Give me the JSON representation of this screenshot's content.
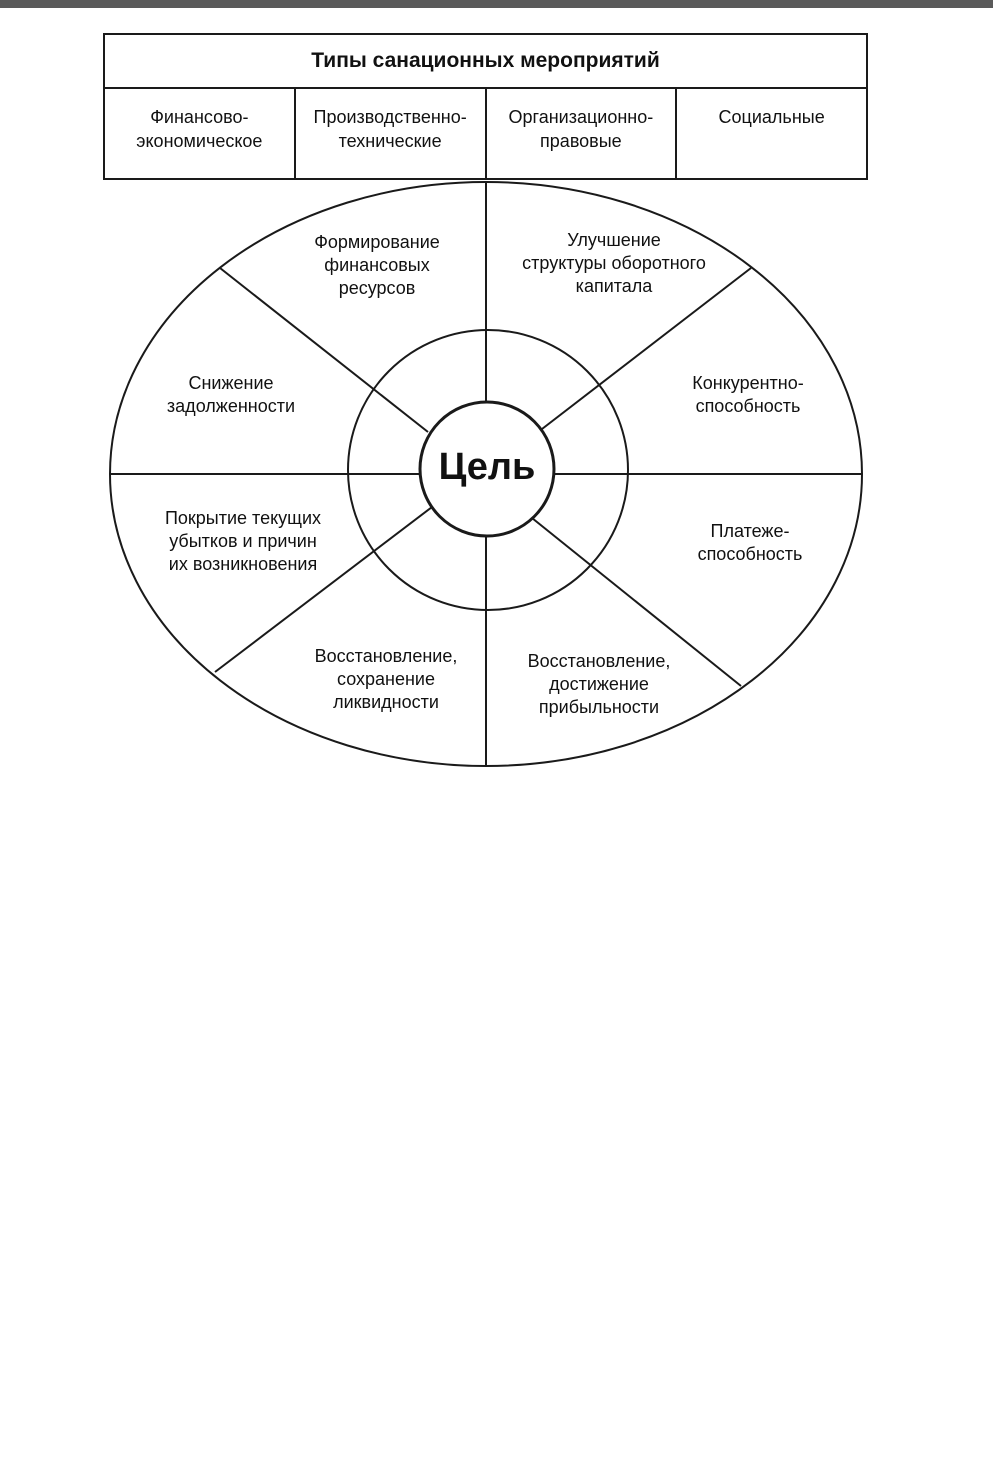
{
  "header": {
    "title": "Типы санационных мероприятий",
    "types": [
      {
        "label": "Финансово-\nэкономическое"
      },
      {
        "label": "Производственно-\nтехнические"
      },
      {
        "label": "Организационно-\nправовые"
      },
      {
        "label": "Социальные"
      }
    ]
  },
  "center": {
    "label": "Цель"
  },
  "sectors": [
    {
      "lines": [
        "Формирование",
        "финансовых",
        "ресурсов"
      ]
    },
    {
      "lines": [
        "Улучшение",
        "структуры оборотного",
        "капитала"
      ]
    },
    {
      "lines": [
        "Снижение",
        "задолженности"
      ]
    },
    {
      "lines": [
        "Конкурентно-",
        "способность"
      ]
    },
    {
      "lines": [
        "Покрытие текущих",
        "убытков и причин",
        "их возникновения"
      ]
    },
    {
      "lines": [
        "Платеже-",
        "способность"
      ]
    },
    {
      "lines": [
        "Восстановление,",
        "сохранение",
        "ликвидности"
      ]
    },
    {
      "lines": [
        "Восстановление,",
        "достижение",
        "прибыльности"
      ]
    }
  ],
  "colors": {
    "line": "#1a1a1a",
    "text": "#111111",
    "top_rule": "#5a5a5a"
  }
}
